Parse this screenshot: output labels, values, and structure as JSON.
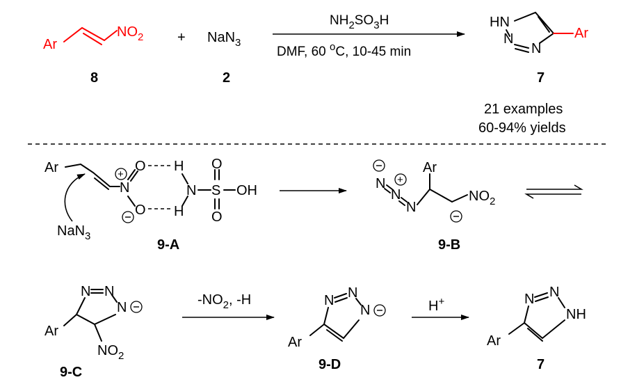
{
  "top": {
    "reactant_ar": "Ar",
    "reactant_no2": "NO",
    "reactant_no2_sub": "2",
    "reactant_id": "8",
    "plus": "+",
    "azide_na": "NaN",
    "azide_sub": "3",
    "azide_id": "2",
    "reagent_a": "NH",
    "reagent_sub1": "2",
    "reagent_b": "SO",
    "reagent_sub2": "3",
    "reagent_c": "H",
    "conditions_a": "DMF, 60 ",
    "conditions_deg": "o",
    "conditions_b": "C, 10-45 min",
    "product_hn": "HN",
    "product_n1": "N",
    "product_n2": "N",
    "product_ar": "Ar",
    "product_id": "7",
    "examples": "21 examples",
    "yields": "60-94% yields"
  },
  "mech_a": {
    "ar": "Ar",
    "n_plus": "N",
    "o_top": "O",
    "o_bottom": "O",
    "h_top": "H",
    "h_bottom": "H",
    "n_amine": "N",
    "s": "S",
    "o_s_top": "O",
    "o_s_bottom": "O",
    "oh": "OH",
    "nan3": "NaN",
    "nan3_sub": "3",
    "id": "9-A"
  },
  "mech_b": {
    "n1": "N",
    "n2": "N",
    "n3": "N",
    "ar": "Ar",
    "no2": "NO",
    "no2_sub": "2",
    "id": "9-B"
  },
  "mech_c": {
    "n1": "N",
    "n2": "N",
    "n3": "N",
    "ar": "Ar",
    "no2": "NO",
    "no2_sub": "2",
    "id": "9-C"
  },
  "step_cd": {
    "label_a": "-NO",
    "label_sub": "2",
    "label_b": ", -H"
  },
  "mech_d": {
    "n1": "N",
    "n2": "N",
    "n3": "N",
    "ar": "Ar",
    "id": "9-D"
  },
  "step_d7": {
    "h": "H",
    "plus": "+"
  },
  "final": {
    "n1": "N",
    "n2": "N",
    "nh": "NH",
    "ar": "Ar",
    "id": "7"
  }
}
